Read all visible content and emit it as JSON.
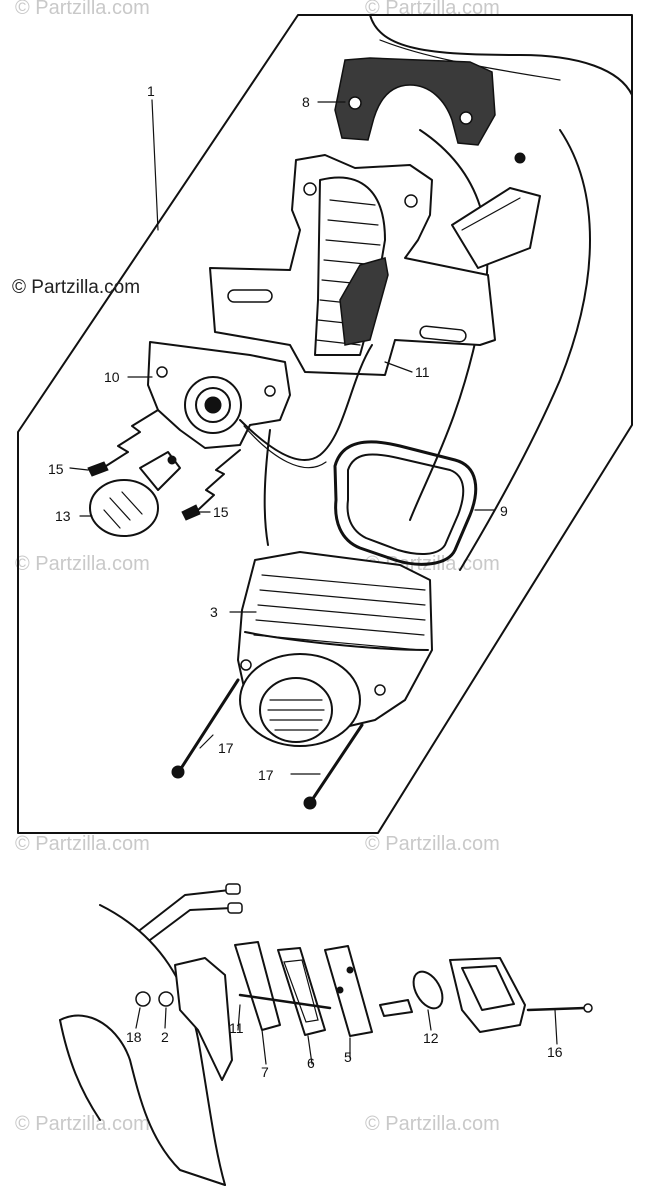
{
  "watermark_main": "© Partzilla.com",
  "watermark_faint": "© Partzilla.com",
  "callouts": {
    "c1": "1",
    "c8": "8",
    "c10": "10",
    "c11a": "11",
    "c15a": "15",
    "c15b": "15",
    "c13": "13",
    "c9": "9",
    "c3": "3",
    "c17a": "17",
    "c17b": "17",
    "c18": "18",
    "c2": "2",
    "c11b": "11",
    "c7": "7",
    "c6": "6",
    "c5": "5",
    "c12": "12",
    "c16": "16"
  }
}
